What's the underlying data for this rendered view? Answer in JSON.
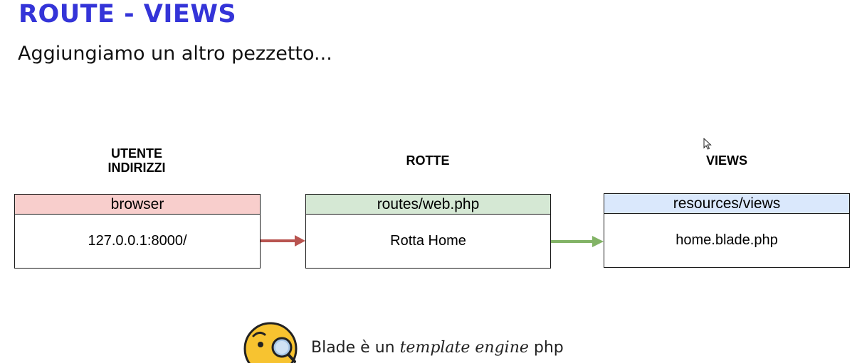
{
  "slide": {
    "title": "ROUTE - VIEWS",
    "subtitle": "Aggiungiamo un altro pezzetto..."
  },
  "diagram": {
    "columns": [
      {
        "heading_lines": [
          "UTENTE",
          "INDIRIZZI"
        ],
        "box_header": "browser",
        "box_body": "127.0.0.1:8000/",
        "header_color": "#f8cecc"
      },
      {
        "heading_lines": [
          "ROTTE"
        ],
        "box_header": "routes/web.php",
        "box_body": "Rotta Home",
        "header_color": "#d5e8d4"
      },
      {
        "heading_lines": [
          "VIEWS"
        ],
        "box_header": "resources/views",
        "box_body": "home.blade.php",
        "header_color": "#dae8fc"
      }
    ],
    "arrows": [
      {
        "from": "browser",
        "to": "routes/web.php",
        "color": "#b85450"
      },
      {
        "from": "routes/web.php",
        "to": "resources/views",
        "color": "#82b366"
      }
    ]
  },
  "note": {
    "icon": "face-with-monocle-icon",
    "prefix": "Blade è un ",
    "emphasis": "template engine",
    "suffix": " php"
  },
  "colors": {
    "title": "#3434d8"
  }
}
